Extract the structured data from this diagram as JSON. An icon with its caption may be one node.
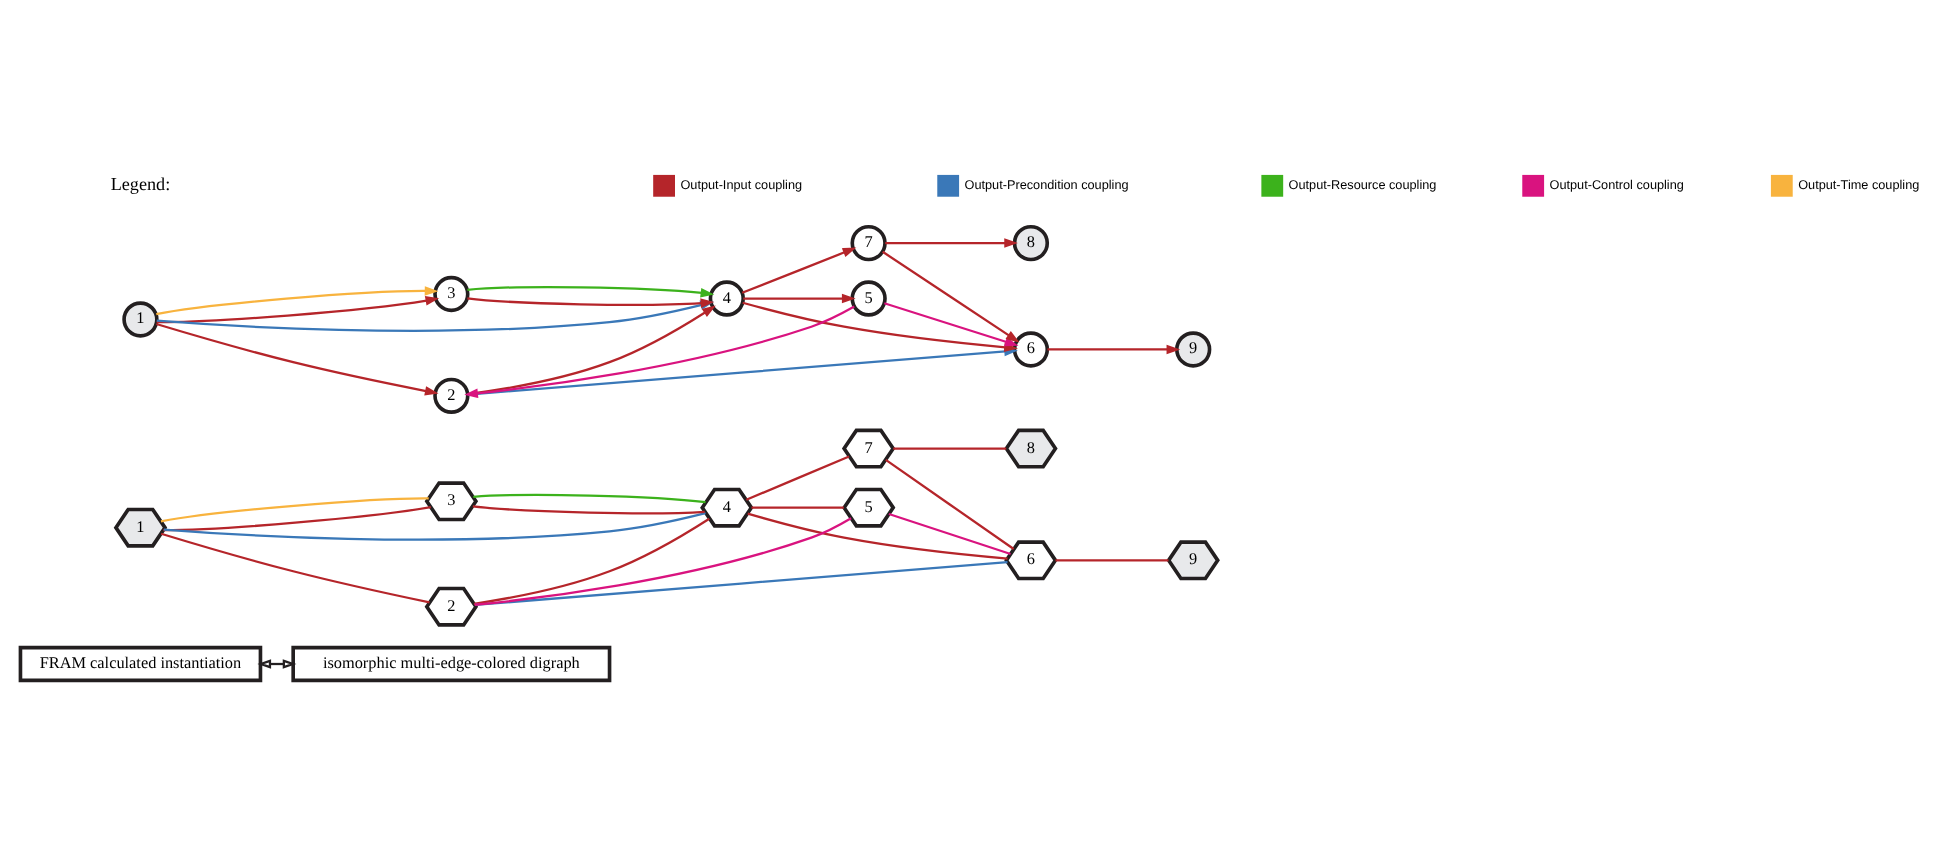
{
  "diagram": {
    "nodes": [
      {
        "text": [
          "FRAM calculated instantiation"
        ]
      },
      {
        "text": [
          "1"
        ]
      },
      {
        "text": [
          "2"
        ]
      },
      {
        "text": [
          "3"
        ]
      },
      {
        "text": [
          "4"
        ]
      },
      {
        "text": [
          "5"
        ]
      },
      {
        "text": [
          "6"
        ]
      },
      {
        "text": [
          "7"
        ]
      },
      {
        "text": [
          "8"
        ]
      },
      {
        "text": [
          "9"
        ]
      },
      {
        "text": [
          "isomorphic multi-edge-colored digraph"
        ]
      },
      {
        "text": [
          "1"
        ]
      },
      {
        "text": [
          "2"
        ]
      },
      {
        "text": [
          "3"
        ]
      },
      {
        "text": [
          "4"
        ]
      },
      {
        "text": [
          "5"
        ]
      },
      {
        "text": [
          "6"
        ]
      },
      {
        "text": [
          "7"
        ]
      },
      {
        "text": [
          "8"
        ]
      },
      {
        "text": [
          "9"
        ]
      }
    ],
    "edges": [
      {
        "from": 1,
        "to": 2,
        "arrow": "none"
      },
      {
        "from": 1,
        "to": 3,
        "arrow": "none"
      },
      {
        "from": 1,
        "to": 3,
        "arrow": "none",
        "color": "#f8b33e"
      },
      {
        "from": 1,
        "to": 4,
        "arrow": "none",
        "color": "#3a78b8"
      },
      {
        "from": 2,
        "to": 4,
        "arrow": "none"
      },
      {
        "from": 2,
        "to": 6,
        "arrow": "none",
        "color": "#3a78b8"
      },
      {
        "from": 3,
        "to": 4,
        "arrow": "none"
      },
      {
        "from": 3,
        "to": 4,
        "arrow": "none",
        "color": "#3cb21c"
      },
      {
        "from": 4,
        "to": 5,
        "arrow": "none"
      },
      {
        "from": 4,
        "to": 6,
        "arrow": "none"
      },
      {
        "from": 4,
        "to": 7,
        "arrow": "none"
      },
      {
        "from": 5,
        "to": 2,
        "arrow": "none",
        "color": "#d9137f"
      },
      {
        "from": 5,
        "to": 6,
        "arrow": "none",
        "color": "#d9137f"
      },
      {
        "from": 6,
        "to": 9,
        "arrow": "none"
      },
      {
        "from": 7,
        "to": 6,
        "arrow": "none"
      },
      {
        "from": 7,
        "to": 8,
        "arrow": "none"
      },
      {
        "from": 0,
        "to": 10,
        "arrow": "both",
        "color": "#231f20"
      },
      {
        "from": 11,
        "to": 12,
        "arrow": "to"
      },
      {
        "from": 11,
        "to": 13,
        "arrow": "to"
      },
      {
        "from": 11,
        "to": 13,
        "arrow": "to",
        "color": "#f8b33e"
      },
      {
        "from": 11,
        "to": 14,
        "arrow": "to",
        "color": "#3a78b8"
      },
      {
        "from": 12,
        "to": 14,
        "arrow": "to"
      },
      {
        "from": 12,
        "to": 16,
        "arrow": "to",
        "color": "#3a78b8"
      },
      {
        "from": 13,
        "to": 14,
        "arrow": "to"
      },
      {
        "from": 13,
        "to": 14,
        "arrow": "to",
        "color": "#3cb21c"
      },
      {
        "from": 14,
        "to": 15,
        "arrow": "to"
      },
      {
        "from": 14,
        "to": 16,
        "arrow": "to"
      },
      {
        "from": 14,
        "to": 17,
        "arrow": "to"
      },
      {
        "from": 15,
        "to": 12,
        "arrow": "to",
        "color": "#d9137f"
      },
      {
        "from": 15,
        "to": 16,
        "arrow": "to",
        "color": "#d9137f"
      },
      {
        "from": 16,
        "to": 19,
        "arrow": "to"
      },
      {
        "from": 17,
        "to": 16,
        "arrow": "to"
      },
      {
        "from": 17,
        "to": 18,
        "arrow": "to"
      }
    ],
    "labels": [
      "Legend:"
    ],
    "legend": [
      {
        "text": "Output-Input coupling",
        "color": "#b5252a"
      },
      {
        "text": "Output-Precondition coupling",
        "color": "#3a78b8"
      },
      {
        "text": "Output-Resource coupling",
        "color": "#3cb21c"
      },
      {
        "text": "Output-Control coupling",
        "color": "#d9137f"
      },
      {
        "text": "Output-Time coupling",
        "color": "#f8b33e"
      }
    ]
  }
}
